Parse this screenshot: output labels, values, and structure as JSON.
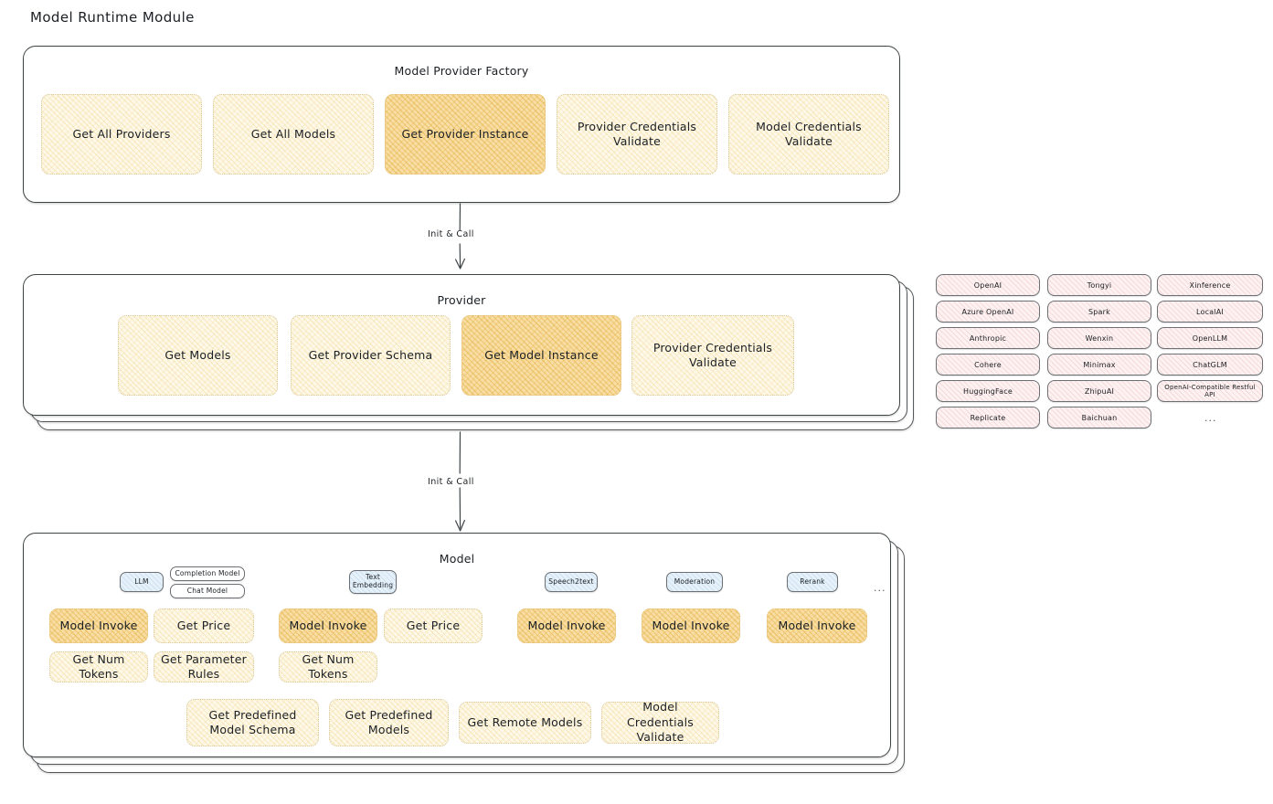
{
  "page": {
    "title": "Model Runtime Module"
  },
  "factory": {
    "title": "Model Provider Factory",
    "boxes": [
      {
        "label": "Get All Providers",
        "highlighted": false
      },
      {
        "label": "Get All Models",
        "highlighted": false
      },
      {
        "label": "Get Provider Instance",
        "highlighted": true
      },
      {
        "label": "Provider Credentials Validate",
        "highlighted": false
      },
      {
        "label": "Model Credentials Validate",
        "highlighted": false
      }
    ]
  },
  "arrows": {
    "factory_to_provider": "Init & Call",
    "provider_to_model": "Init & Call"
  },
  "provider": {
    "title": "Provider",
    "boxes": [
      {
        "label": "Get Models",
        "highlighted": false
      },
      {
        "label": "Get Provider Schema",
        "highlighted": false
      },
      {
        "label": "Get Model Instance",
        "highlighted": true
      },
      {
        "label": "Provider Credentials Validate",
        "highlighted": false
      }
    ]
  },
  "provider_list": {
    "columns": [
      [
        "OpenAI",
        "Azure OpenAI",
        "Anthropic",
        "Cohere",
        "HuggingFace",
        "Replicate"
      ],
      [
        "Tongyi",
        "Spark",
        "Wenxin",
        "Minimax",
        "ZhipuAI",
        "Baichuan"
      ],
      [
        "Xinference",
        "LocalAI",
        "OpenLLM",
        "ChatGLM",
        "OpenAI-Compatible Restful API"
      ]
    ],
    "more": "..."
  },
  "model": {
    "title": "Model",
    "more": "...",
    "types": [
      {
        "name": "LLM",
        "subtypes": [
          "Completion Model",
          "Chat Model"
        ],
        "methods_row1": [
          {
            "label": "Model Invoke",
            "highlighted": true
          },
          {
            "label": "Get Price",
            "highlighted": false
          }
        ],
        "methods_row2": [
          {
            "label": "Get Num Tokens",
            "highlighted": false
          },
          {
            "label": "Get Parameter Rules",
            "highlighted": false
          }
        ]
      },
      {
        "name": "Text Embedding",
        "subtypes": [],
        "methods_row1": [
          {
            "label": "Model Invoke",
            "highlighted": true
          },
          {
            "label": "Get Price",
            "highlighted": false
          }
        ],
        "methods_row2": [
          {
            "label": "Get Num Tokens",
            "highlighted": false
          }
        ]
      },
      {
        "name": "Speech2text",
        "subtypes": [],
        "methods_row1": [
          {
            "label": "Model Invoke",
            "highlighted": true
          }
        ],
        "methods_row2": []
      },
      {
        "name": "Moderation",
        "subtypes": [],
        "methods_row1": [
          {
            "label": "Model Invoke",
            "highlighted": true
          }
        ],
        "methods_row2": []
      },
      {
        "name": "Rerank",
        "subtypes": [],
        "methods_row1": [
          {
            "label": "Model Invoke",
            "highlighted": true
          }
        ],
        "methods_row2": []
      }
    ],
    "common_methods": [
      "Get Predefined Model Schema",
      "Get Predefined Models",
      "Get Remote Models",
      "Model Credentials Validate"
    ]
  },
  "colors": {
    "box_fill": "#fdf8e8",
    "box_fill_highlight": "#f8dea4",
    "box_border": "#d8c79a",
    "panel_border": "#3f4447",
    "provider_tag_fill": "#fdf1f1",
    "model_tag_fill": "#e6f1fa",
    "text": "#1b1f23"
  }
}
